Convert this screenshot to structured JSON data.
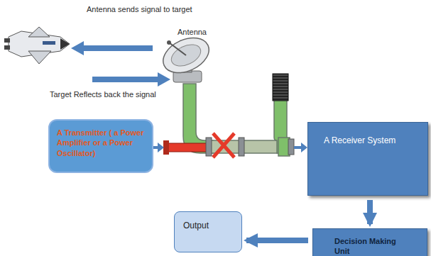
{
  "diagram": {
    "nodes": [
      {
        "text": [
          "A Transmitter ( a Power Amplifier or a Power Oscillator)"
        ]
      },
      {
        "text": [
          "A Receiver System"
        ]
      },
      {
        "text": [
          "Output"
        ]
      },
      {
        "text": [
          "Decision Making Unit"
        ]
      }
    ],
    "edges": [
      {
        "from": 1,
        "to": 3,
        "arrow": "to"
      },
      {
        "from": 3,
        "to": 2,
        "arrow": "to"
      }
    ],
    "labels": [
      "Antenna sends signal to target",
      "Antenna",
      "Target Reflects back the signal"
    ]
  }
}
